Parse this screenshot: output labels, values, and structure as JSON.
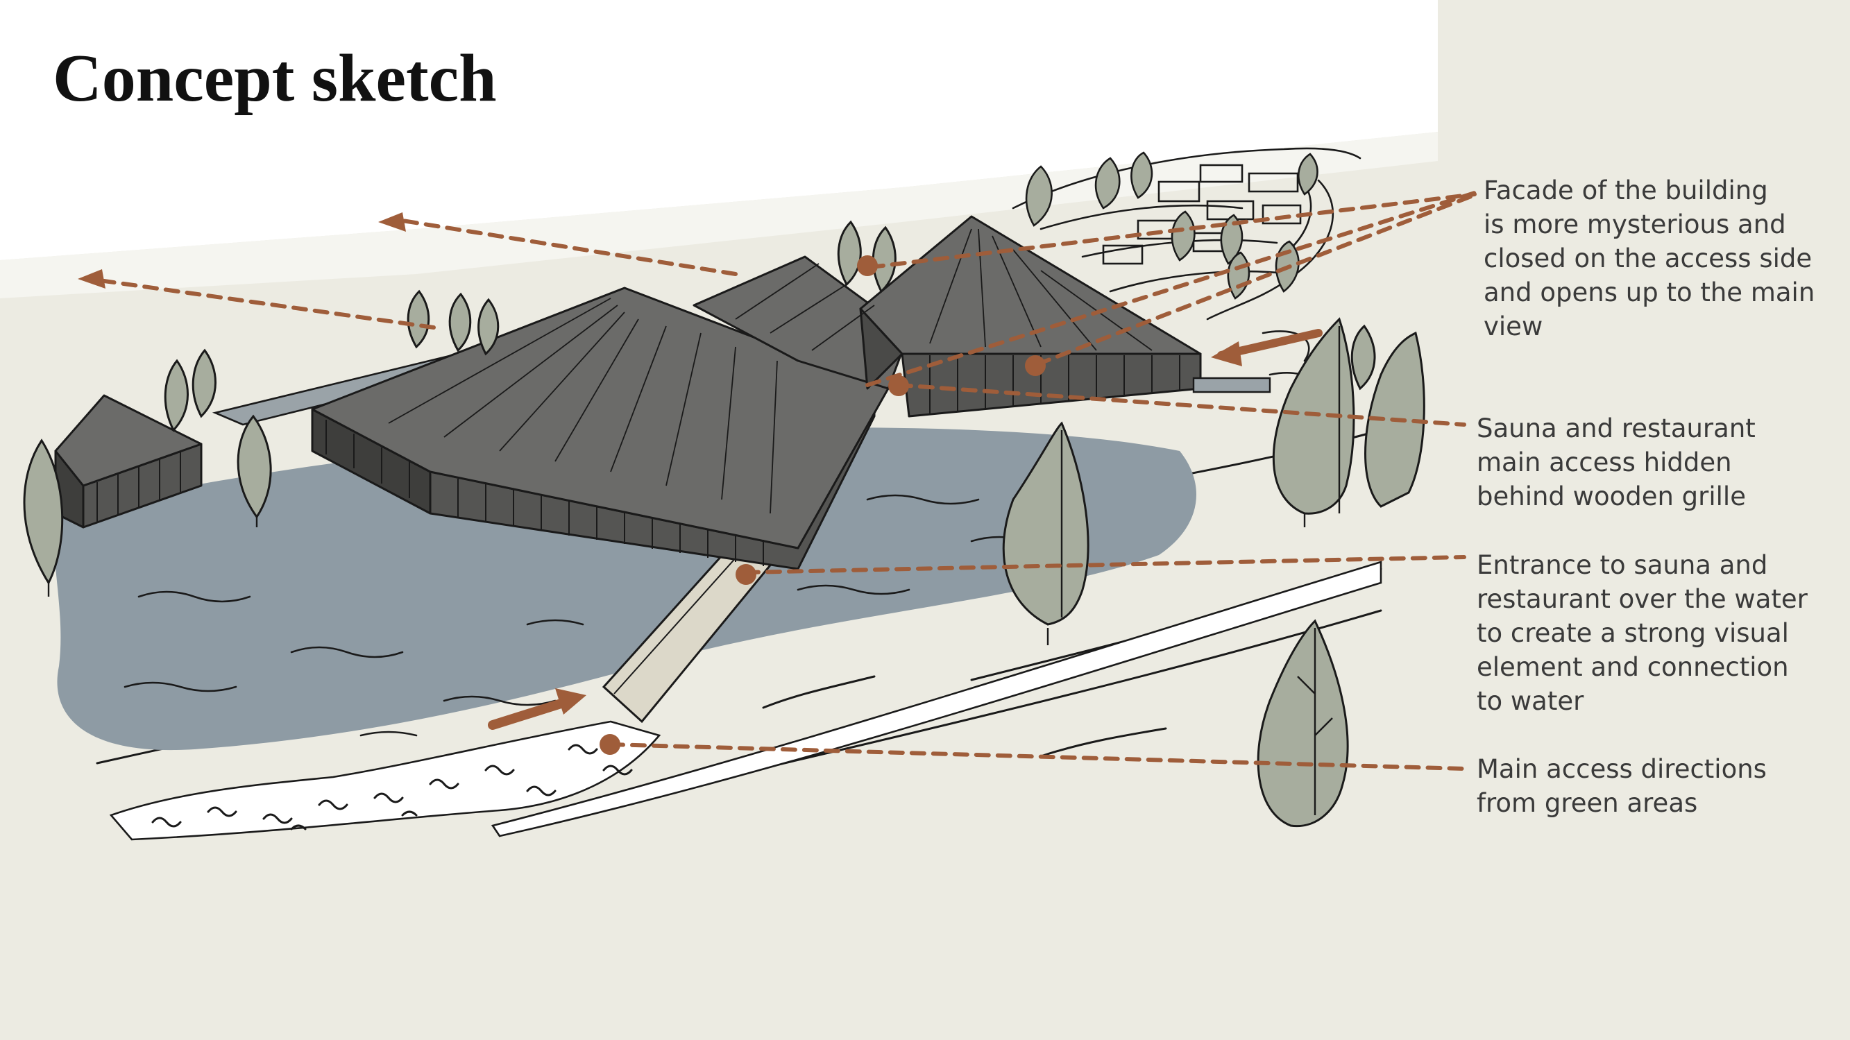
{
  "title": "Concept sketch",
  "colors": {
    "page": "#ecebe2",
    "sky": "#ffffff",
    "water": "#8e9ba4",
    "roof": "#6b6b69",
    "wall": "#555553",
    "tree": "#a7ad9e",
    "accent": "#9f5d3a",
    "ink": "#1a1a1a",
    "text": "#3a3a3a"
  },
  "annotations": [
    {
      "lines": [
        "Facade of the building",
        "is more mysterious and",
        "closed on the access side",
        "and opens up to the main",
        "view"
      ]
    },
    {
      "lines": [
        "Sauna and restaurant",
        "main access hidden",
        "behind wooden grille"
      ]
    },
    {
      "lines": [
        "Entrance to sauna and",
        "restaurant over the water",
        "to create a strong visual",
        "element and connection",
        "to water"
      ]
    },
    {
      "lines": [
        "Main access directions",
        "from green areas"
      ]
    }
  ],
  "icons": [
    "arrow-icon",
    "marker-dot-icon"
  ]
}
